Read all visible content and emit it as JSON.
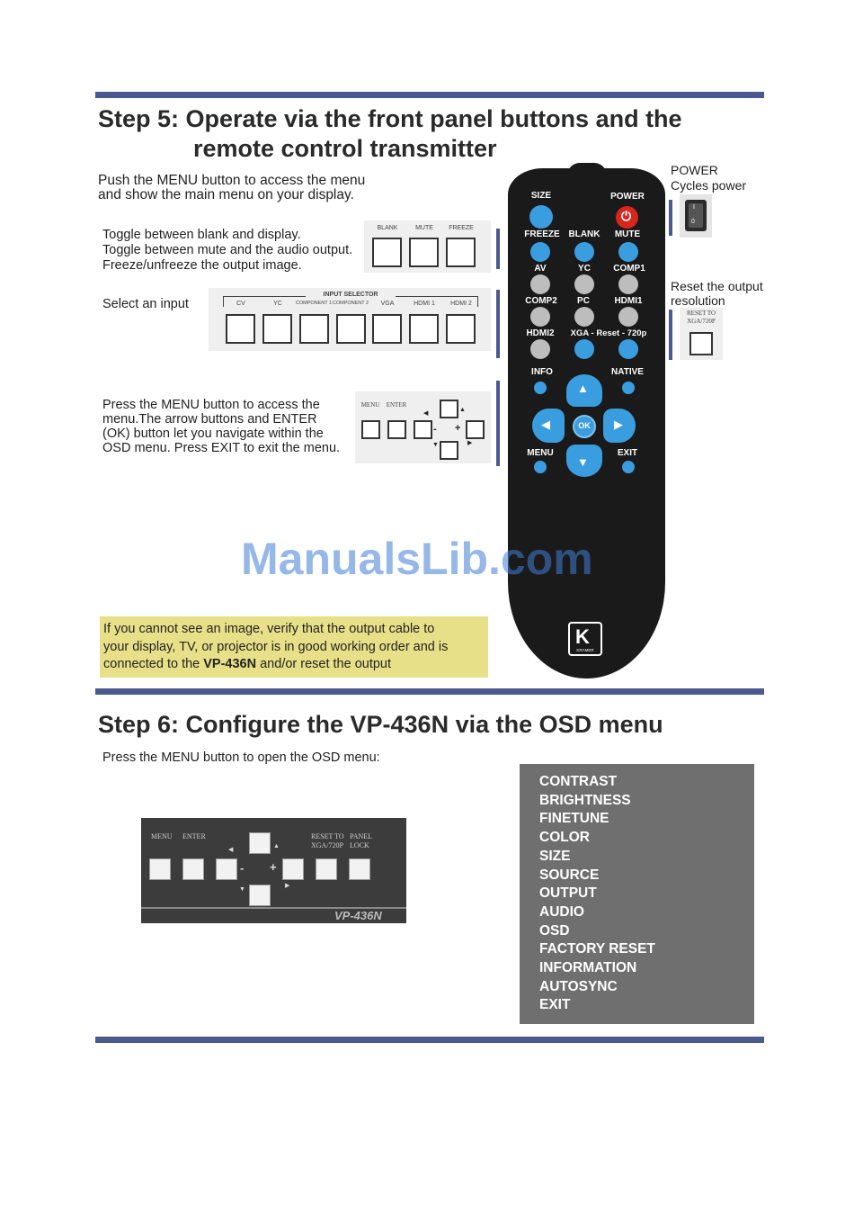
{
  "step5": {
    "title_line1": "Step 5: Operate via the front panel buttons and the",
    "title_line2": "remote control transmitter",
    "intro_line1": "Push the MENU button to access the menu",
    "intro_line2": "and show the main menu on your display.",
    "toggle_line1": "Toggle between blank and display.",
    "toggle_line2": "Toggle between mute and the audio output.",
    "toggle_line3": "Freeze/unfreeze the output image.",
    "toggle_labels": [
      "BLANK",
      "MUTE",
      "FREEZE"
    ],
    "select_input": "Select an input",
    "input_selector_title": "INPUT SELECTOR",
    "input_labels": [
      "CV",
      "YC",
      "COMPONENT 1",
      "COMPONENT 2",
      "VGA",
      "HDMI 1",
      "HDMI 2"
    ],
    "menu_line1": "Press the MENU button to access the",
    "menu_line2": "menu.The arrow buttons and ENTER",
    "menu_line3": "(OK) button let you navigate within the",
    "menu_line4": "OSD menu. Press EXIT to exit the menu.",
    "menu_panel_labels": {
      "menu": "MENU",
      "enter": "ENTER",
      "minus": "-",
      "plus": "+"
    },
    "power_title": "POWER",
    "power_desc": "Cycles power",
    "power_switch": {
      "on": "I",
      "off": "0"
    },
    "reset_line1": "Reset the output",
    "reset_line2": "resolution",
    "reset_label_line1": "RESET TO",
    "reset_label_line2": "XGA/720P",
    "note_line1": "If you cannot see an image, verify that the output cable to",
    "note_line2": "your display, TV, or projector is in good working order and is",
    "note_line3_prefix": "connected to the ",
    "note_line3_bold": "VP-436N",
    "note_line3_suffix": " and/or reset the output"
  },
  "remote": {
    "labels": {
      "size": "SIZE",
      "power": "POWER",
      "freeze": "FREEZE",
      "blank": "BLANK",
      "mute": "MUTE",
      "av": "AV",
      "yc": "YC",
      "comp1": "COMP1",
      "comp2": "COMP2",
      "pc": "PC",
      "hdmi1": "HDMI1",
      "hdmi2": "HDMI2",
      "xga": "XGA - Reset - 720p",
      "info": "INFO",
      "native": "NATIVE",
      "ok": "OK",
      "menu": "MENU",
      "exit": "EXIT",
      "brand": "KRAMER"
    },
    "colors": {
      "body": "#1a1a1a",
      "blue": "#3a9de0",
      "grey": "#bdbdbd",
      "red": "#d8261c"
    }
  },
  "watermark": "ManualsLib.com",
  "step6": {
    "title": "Step 6: Configure the VP-436N via the OSD menu",
    "intro": "Press the MENU button to open the OSD menu:",
    "front_labels": {
      "menu": "MENU",
      "enter": "ENTER",
      "reset1": "RESET TO",
      "reset2": "XGA/720P",
      "panel1": "PANEL",
      "panel2": "LOCK",
      "minus": "-",
      "plus": "+",
      "model": "VP-436N"
    },
    "osd_menu": [
      "CONTRAST",
      "BRIGHTNESS",
      "FINETUNE",
      "COLOR",
      "SIZE",
      "SOURCE",
      "OUTPUT",
      "AUDIO",
      "OSD",
      "FACTORY RESET",
      "INFORMATION",
      "AUTOSYNC",
      "EXIT"
    ]
  },
  "colors": {
    "rule": "#4a5a8e",
    "note_bg": "#e8e088",
    "osd_bg": "#6f6f6f"
  }
}
